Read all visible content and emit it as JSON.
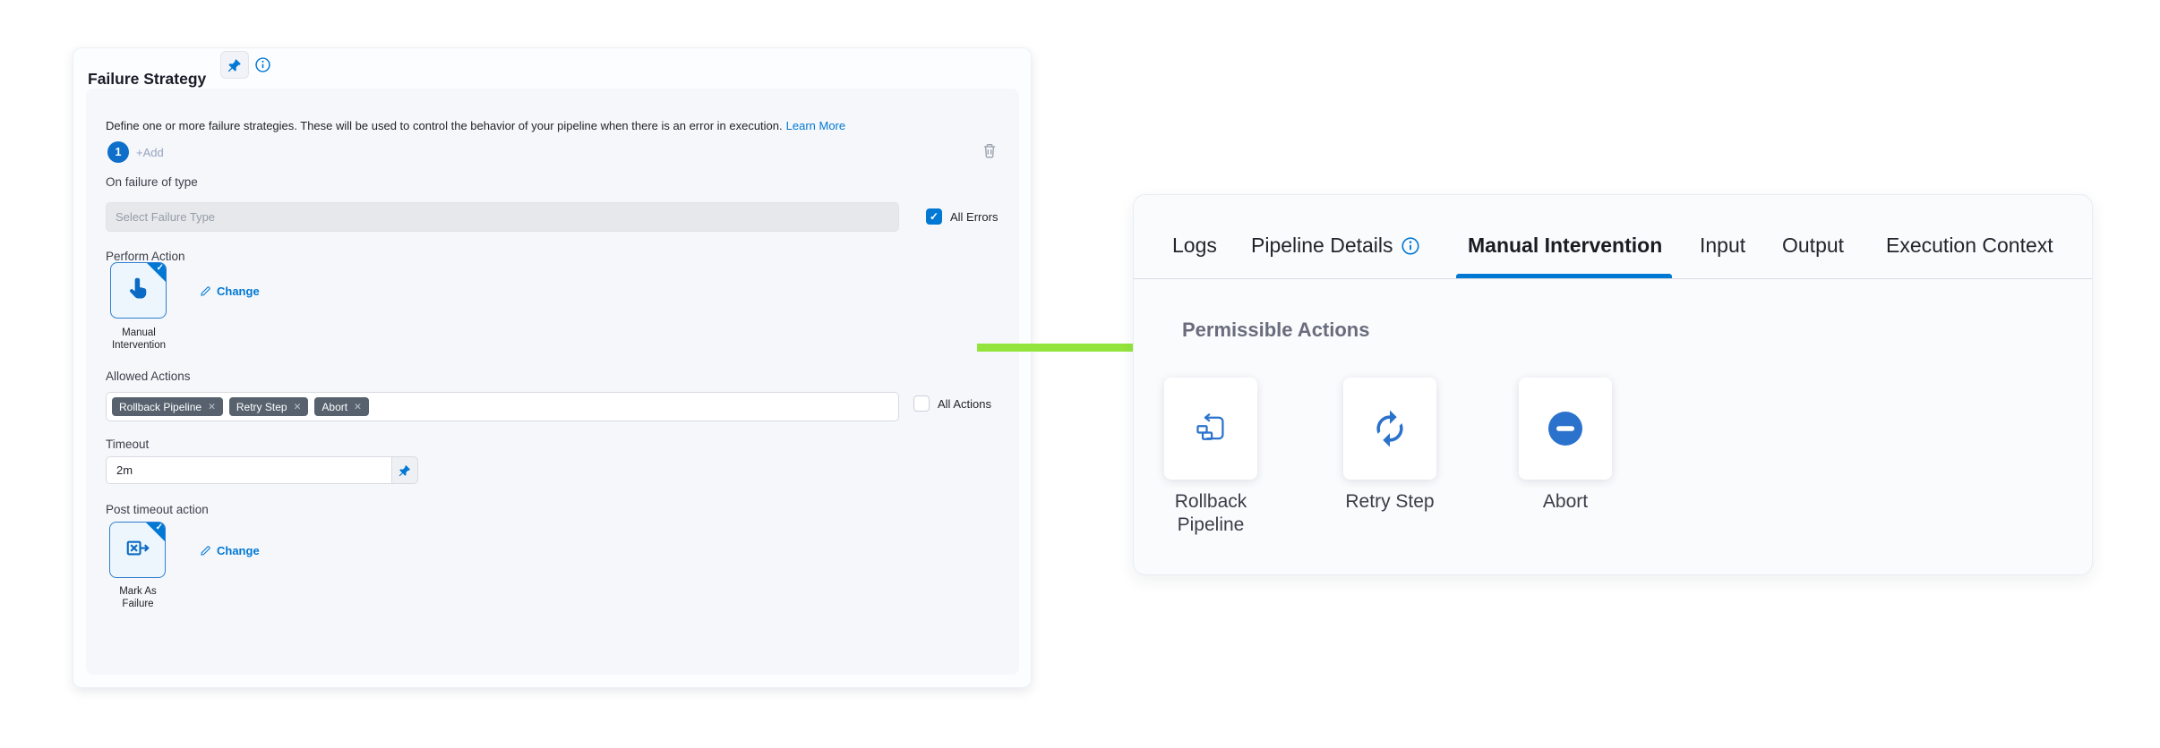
{
  "colors": {
    "primary_blue": "#0278d5",
    "icon_blue": "#2b72cc",
    "tag_bg": "#57626e",
    "arrow_green": "#93e53d",
    "panel_bg": "#f5f7fa"
  },
  "failure_strategy": {
    "title": "Failure Strategy",
    "description": "Define one or more failure strategies. These will be used to control the behavior of your pipeline when there is an error in execution.",
    "learn_more_label": "Learn More",
    "strategy_badge": "1",
    "add_label": "+Add",
    "on_failure_label": "On failure of type",
    "failure_type_placeholder": "Select Failure Type",
    "all_errors": {
      "label": "All Errors",
      "checked": true
    },
    "perform_action": {
      "label": "Perform Action",
      "selected": "Manual Intervention",
      "change_label": "Change"
    },
    "allowed_actions": {
      "label": "Allowed Actions",
      "tags": [
        "Rollback Pipeline",
        "Retry Step",
        "Abort"
      ]
    },
    "all_actions": {
      "label": "All Actions",
      "checked": false
    },
    "timeout": {
      "label": "Timeout",
      "value": "2m"
    },
    "post_timeout": {
      "label": "Post timeout action",
      "selected": "Mark As Failure",
      "change_label": "Change"
    }
  },
  "details_panel": {
    "tabs": [
      {
        "label": "Logs",
        "active": false
      },
      {
        "label": "Pipeline Details",
        "active": false,
        "has_info_icon": true
      },
      {
        "label": "Manual Intervention",
        "active": true
      },
      {
        "label": "Input",
        "active": false
      },
      {
        "label": "Output",
        "active": false
      },
      {
        "label": "Execution Context",
        "active": false
      }
    ],
    "section_title": "Permissible Actions",
    "actions": [
      {
        "label": "Rollback Pipeline",
        "icon": "rollback-pipeline-icon"
      },
      {
        "label": "Retry Step",
        "icon": "retry-step-icon"
      },
      {
        "label": "Abort",
        "icon": "abort-icon"
      }
    ]
  }
}
